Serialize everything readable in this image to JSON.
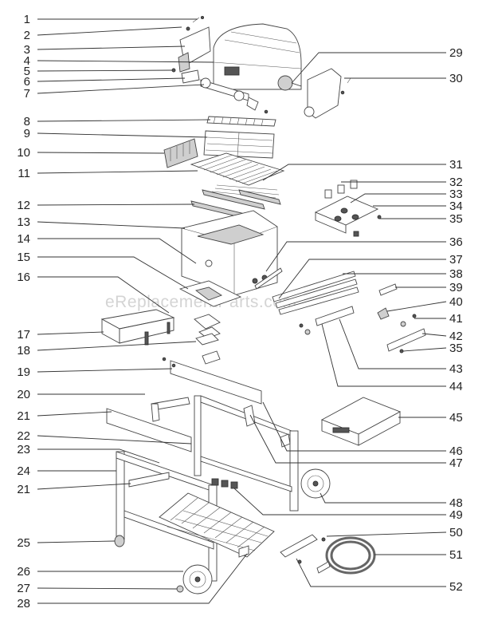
{
  "watermark": "eReplacementParts.com",
  "callouts": {
    "n1": "1",
    "n2": "2",
    "n3": "3",
    "n4": "4",
    "n5": "5",
    "n6": "6",
    "n7": "7",
    "n8": "8",
    "n9": "9",
    "n10": "10",
    "n11": "11",
    "n12": "12",
    "n13": "13",
    "n14": "14",
    "n15": "15",
    "n16": "16",
    "n17": "17",
    "n18": "18",
    "n19": "19",
    "n20": "20",
    "n21a": "21",
    "n21b": "21",
    "n22": "22",
    "n23": "23",
    "n24": "24",
    "n25": "25",
    "n26": "26",
    "n27": "27",
    "n28": "28",
    "n29": "29",
    "n30": "30",
    "n31": "31",
    "n32": "32",
    "n33": "33",
    "n34": "34",
    "n35a": "35",
    "n36": "36",
    "n37": "37",
    "n38": "38",
    "n39": "39",
    "n40": "40",
    "n41": "41",
    "n42": "42",
    "n35b": "35",
    "n43": "43",
    "n44": "44",
    "n45": "45",
    "n46": "46",
    "n47": "47",
    "n48": "48",
    "n49": "49",
    "n50": "50",
    "n51": "51",
    "n52": "52"
  }
}
